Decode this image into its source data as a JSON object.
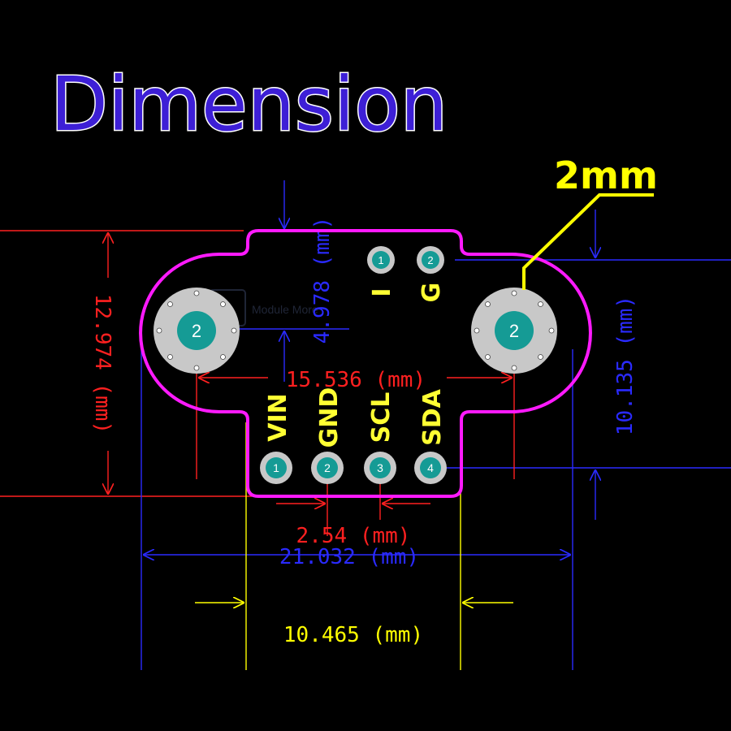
{
  "title": "Dimension",
  "colors": {
    "background": "#000000",
    "outline": "#ff1aff",
    "red": "#ff2020",
    "blue": "#2a2aff",
    "yellow": "#ffff00",
    "pad_silver": "#c8c8c8",
    "pad_teal": "#159b95",
    "label": "#ffff33",
    "title_fill": "#3d1fd6",
    "title_stroke": "#ffffff"
  },
  "pads": {
    "top_left_num": "1",
    "top_right_num": "2",
    "bottom": [
      "1",
      "2",
      "3",
      "4"
    ],
    "mount_left": "2",
    "mount_right": "2"
  },
  "labels": {
    "top_left": "I",
    "top_right": "G",
    "pins": [
      "VIN",
      "GND",
      "SCL",
      "SDA"
    ]
  },
  "dimensions": {
    "height": "12.974 (mm)",
    "top_offset": "4.978 (mm)",
    "hole_spacing": "15.536 (mm)",
    "pin_pitch": "2.54 (mm)",
    "total_width": "21.032 (mm)",
    "body_width": "10.465 (mm)",
    "right_height": "10.135 (mm)",
    "callout": "2mm"
  },
  "watermark": "Module More"
}
